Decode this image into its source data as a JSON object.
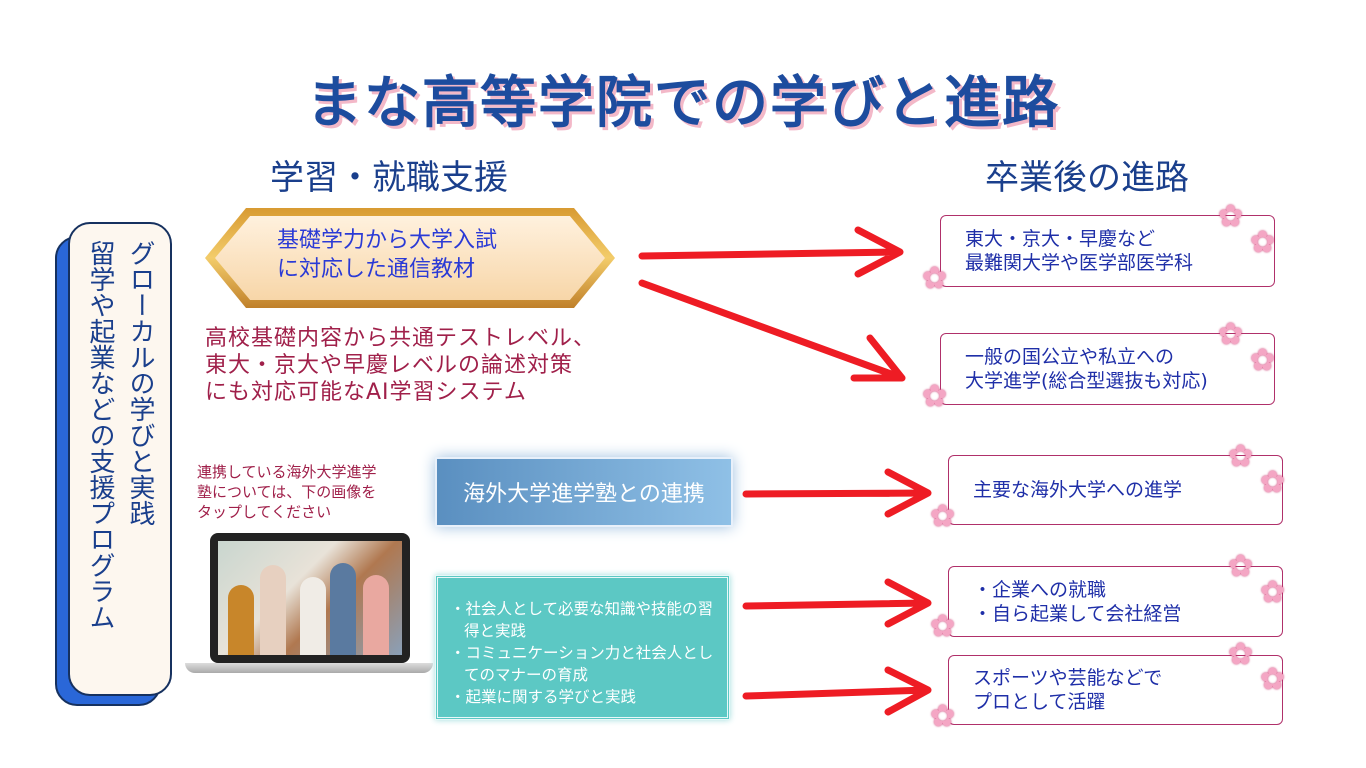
{
  "title": "まな高等学院での学びと進路",
  "headings": {
    "left": "学習・就職支援",
    "right": "卒業後の進路"
  },
  "program": {
    "text": "グローカルの学びと実践\n留学や起業などの支援プログラム"
  },
  "correspondence": {
    "line1": "基礎学力から大学入試",
    "line2": "に対応した通信教材"
  },
  "ai_system": {
    "line1": "高校基礎内容から共通テストレベル、",
    "line2": "東大・京大や早慶レベルの論述対策",
    "line3": "にも対応可能なAI学習システム"
  },
  "tap_note": {
    "line1": "連携している海外大学進学",
    "line2": "塾については、下の画像を",
    "line3": "タップしてください"
  },
  "overseas_button": "海外大学進学塾との連携",
  "social_skills": [
    "・社会人として必要な知識や技能の習得と実践",
    "・コミュニケーション力と社会人としてのマナーの育成",
    "・起業に関する学びと実践"
  ],
  "outcomes": [
    {
      "line1": "東大・京大・早慶など",
      "line2": "最難関大学や医学部医学科"
    },
    {
      "line1": "一般の国公立や私立への",
      "line2": "大学進学(総合型選抜も対応)"
    },
    {
      "line1": "主要な海外大学への進学",
      "line2": ""
    },
    {
      "line1": "・企業への就職",
      "line2": "・自ら起業して会社経営"
    },
    {
      "line1": "スポーツや芸能などで",
      "line2": "プロとして活躍"
    }
  ],
  "colors": {
    "title": "#1d4c9e",
    "arrow": "#ee1c24",
    "accent_text": "#a0204a",
    "teal": "#5cc8c4"
  }
}
